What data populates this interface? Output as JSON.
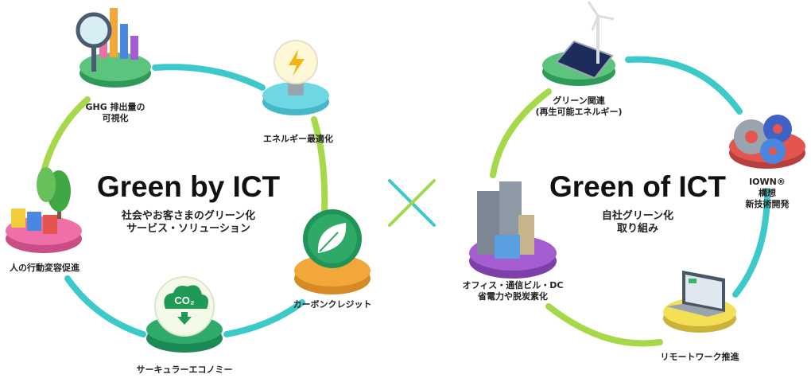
{
  "left": {
    "title": "Green by ICT",
    "subtitle": "社会やお客さまのグリーン化\nサービス・ソリューション",
    "items": [
      {
        "label": "GHG 排出量の\n可視化"
      },
      {
        "label": "エネルギー最適化"
      },
      {
        "label": "カーボンクレジット"
      },
      {
        "label": "サーキュラーエコノミー"
      },
      {
        "label": "人の行動変容促進"
      }
    ]
  },
  "right": {
    "title": "Green of ICT",
    "subtitle": "自社グリーン化\n取り組み",
    "items": [
      {
        "label": "グリーン関連\n(再生可能エネルギー)"
      },
      {
        "label": "IOWN® 構想\n新技術開発"
      },
      {
        "label": "リモートワーク推進"
      },
      {
        "label": "オフィス・通信ビル・DC\n省電力や脱炭素化"
      }
    ]
  },
  "center_symbol": "×",
  "icon_text": {
    "co2": "CO₂"
  },
  "colors": {
    "ring_teal": "#3cc9c9",
    "ring_lime": "#a6d94a",
    "base_green": "#38b56a",
    "base_cyan": "#6ed7e4",
    "base_orange": "#f2a73b",
    "base_pink": "#ef6fa8",
    "base_purple": "#a45ed1",
    "base_yellow": "#f3e057",
    "base_red": "#e5554f"
  }
}
